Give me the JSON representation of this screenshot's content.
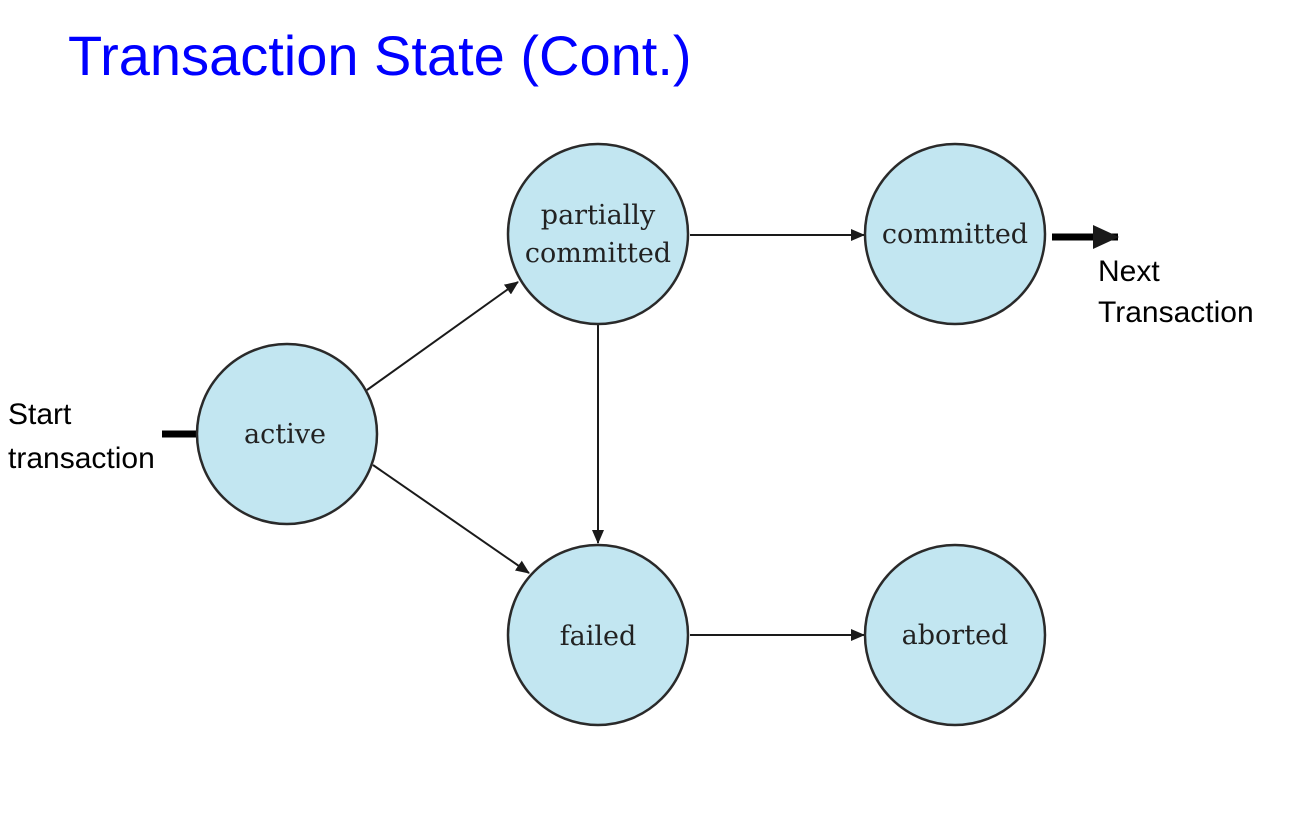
{
  "slide": {
    "title": "Transaction State (Cont.)"
  },
  "colors": {
    "title": "#0000ff",
    "state_fill": "#c2e6f1",
    "state_stroke": "#2a2a2a",
    "arrow": "#1a1a1a"
  },
  "states": {
    "active": {
      "label": "active"
    },
    "partially_committed": {
      "label_line1": "partially",
      "label_line2": "committed"
    },
    "committed": {
      "label": "committed"
    },
    "failed": {
      "label": "failed"
    },
    "aborted": {
      "label": "aborted"
    }
  },
  "annotations": {
    "start": {
      "line1": "Start",
      "line2": "transaction"
    },
    "next": {
      "line1": "Next",
      "line2": "Transaction"
    }
  }
}
